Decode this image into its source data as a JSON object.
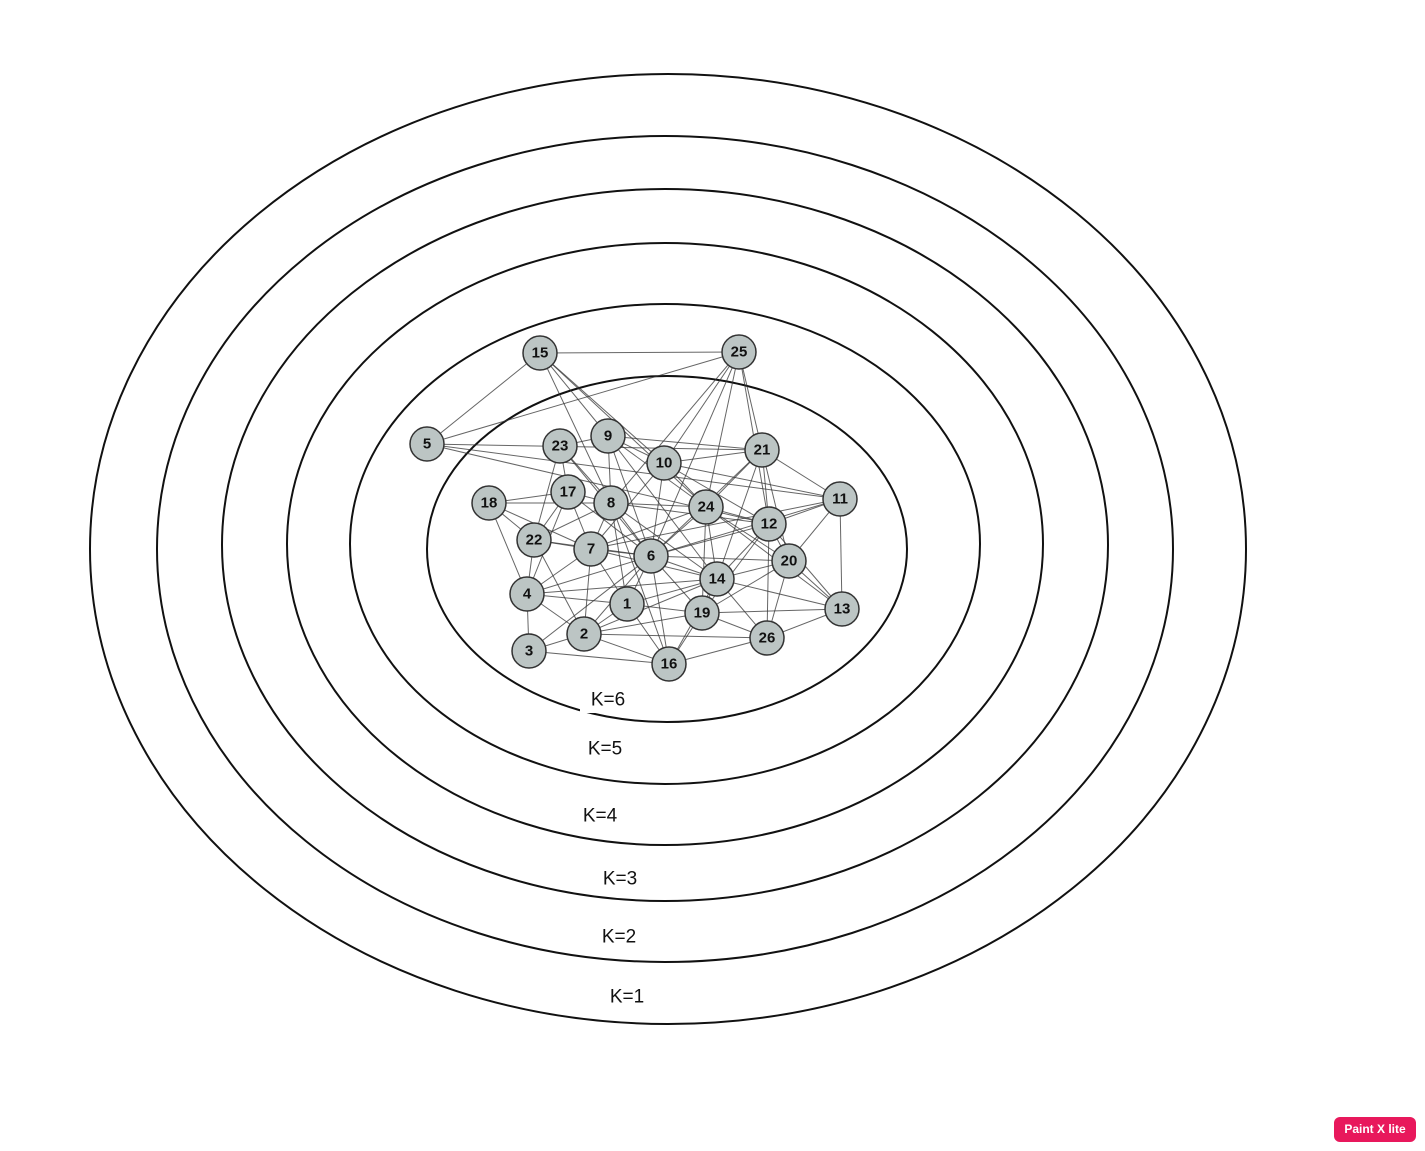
{
  "shells": [
    {
      "label": "K=1"
    },
    {
      "label": "K=2"
    },
    {
      "label": "K=3"
    },
    {
      "label": "K=4"
    },
    {
      "label": "K=5"
    },
    {
      "label": "K=6"
    }
  ],
  "nodes": [
    "1",
    "2",
    "3",
    "4",
    "5",
    "6",
    "7",
    "8",
    "9",
    "10",
    "11",
    "12",
    "13",
    "14",
    "15",
    "16",
    "17",
    "18",
    "19",
    "20",
    "21",
    "22",
    "23",
    "24",
    "25",
    "26"
  ],
  "edges": [
    [
      "15",
      "25"
    ],
    [
      "15",
      "5"
    ],
    [
      "15",
      "9"
    ],
    [
      "15",
      "10"
    ],
    [
      "15",
      "8"
    ],
    [
      "15",
      "24"
    ],
    [
      "25",
      "5"
    ],
    [
      "25",
      "10"
    ],
    [
      "25",
      "21"
    ],
    [
      "25",
      "6"
    ],
    [
      "25",
      "24"
    ],
    [
      "25",
      "12"
    ],
    [
      "25",
      "8"
    ],
    [
      "5",
      "21"
    ],
    [
      "5",
      "12"
    ],
    [
      "5",
      "11"
    ],
    [
      "23",
      "17"
    ],
    [
      "23",
      "8"
    ],
    [
      "23",
      "22"
    ],
    [
      "23",
      "6"
    ],
    [
      "23",
      "9"
    ],
    [
      "9",
      "8"
    ],
    [
      "9",
      "10"
    ],
    [
      "9",
      "24"
    ],
    [
      "9",
      "6"
    ],
    [
      "9",
      "14"
    ],
    [
      "9",
      "21"
    ],
    [
      "10",
      "21"
    ],
    [
      "10",
      "11"
    ],
    [
      "10",
      "12"
    ],
    [
      "10",
      "6"
    ],
    [
      "10",
      "7"
    ],
    [
      "10",
      "24"
    ],
    [
      "21",
      "11"
    ],
    [
      "21",
      "12"
    ],
    [
      "21",
      "14"
    ],
    [
      "21",
      "6"
    ],
    [
      "21",
      "20"
    ],
    [
      "21",
      "24"
    ],
    [
      "11",
      "12"
    ],
    [
      "11",
      "20"
    ],
    [
      "11",
      "6"
    ],
    [
      "11",
      "13"
    ],
    [
      "11",
      "7"
    ],
    [
      "18",
      "17"
    ],
    [
      "18",
      "22"
    ],
    [
      "18",
      "4"
    ],
    [
      "18",
      "8"
    ],
    [
      "18",
      "7"
    ],
    [
      "17",
      "8"
    ],
    [
      "17",
      "22"
    ],
    [
      "17",
      "7"
    ],
    [
      "17",
      "6"
    ],
    [
      "17",
      "4"
    ],
    [
      "8",
      "24"
    ],
    [
      "8",
      "6"
    ],
    [
      "8",
      "7"
    ],
    [
      "8",
      "22"
    ],
    [
      "8",
      "14"
    ],
    [
      "8",
      "12"
    ],
    [
      "8",
      "1"
    ],
    [
      "24",
      "12"
    ],
    [
      "24",
      "6"
    ],
    [
      "24",
      "14"
    ],
    [
      "24",
      "20"
    ],
    [
      "24",
      "19"
    ],
    [
      "24",
      "13"
    ],
    [
      "24",
      "7"
    ],
    [
      "12",
      "20"
    ],
    [
      "12",
      "6"
    ],
    [
      "12",
      "14"
    ],
    [
      "12",
      "13"
    ],
    [
      "12",
      "26"
    ],
    [
      "12",
      "19"
    ],
    [
      "22",
      "7"
    ],
    [
      "22",
      "4"
    ],
    [
      "22",
      "2"
    ],
    [
      "22",
      "6"
    ],
    [
      "7",
      "6"
    ],
    [
      "7",
      "4"
    ],
    [
      "7",
      "2"
    ],
    [
      "7",
      "1"
    ],
    [
      "7",
      "14"
    ],
    [
      "6",
      "14"
    ],
    [
      "6",
      "19"
    ],
    [
      "6",
      "1"
    ],
    [
      "6",
      "16"
    ],
    [
      "6",
      "20"
    ],
    [
      "6",
      "4"
    ],
    [
      "6",
      "2"
    ],
    [
      "20",
      "14"
    ],
    [
      "20",
      "13"
    ],
    [
      "20",
      "26"
    ],
    [
      "20",
      "19"
    ],
    [
      "4",
      "3"
    ],
    [
      "4",
      "2"
    ],
    [
      "4",
      "1"
    ],
    [
      "4",
      "14"
    ],
    [
      "1",
      "2"
    ],
    [
      "1",
      "16"
    ],
    [
      "1",
      "19"
    ],
    [
      "1",
      "14"
    ],
    [
      "14",
      "19"
    ],
    [
      "14",
      "13"
    ],
    [
      "14",
      "26"
    ],
    [
      "14",
      "16"
    ],
    [
      "14",
      "2"
    ],
    [
      "13",
      "26"
    ],
    [
      "13",
      "19"
    ],
    [
      "3",
      "2"
    ],
    [
      "3",
      "16"
    ],
    [
      "3",
      "6"
    ],
    [
      "2",
      "16"
    ],
    [
      "2",
      "19"
    ],
    [
      "2",
      "26"
    ],
    [
      "19",
      "16"
    ],
    [
      "19",
      "26"
    ],
    [
      "16",
      "26"
    ],
    [
      "16",
      "8"
    ]
  ],
  "watermark": "Paint X lite"
}
